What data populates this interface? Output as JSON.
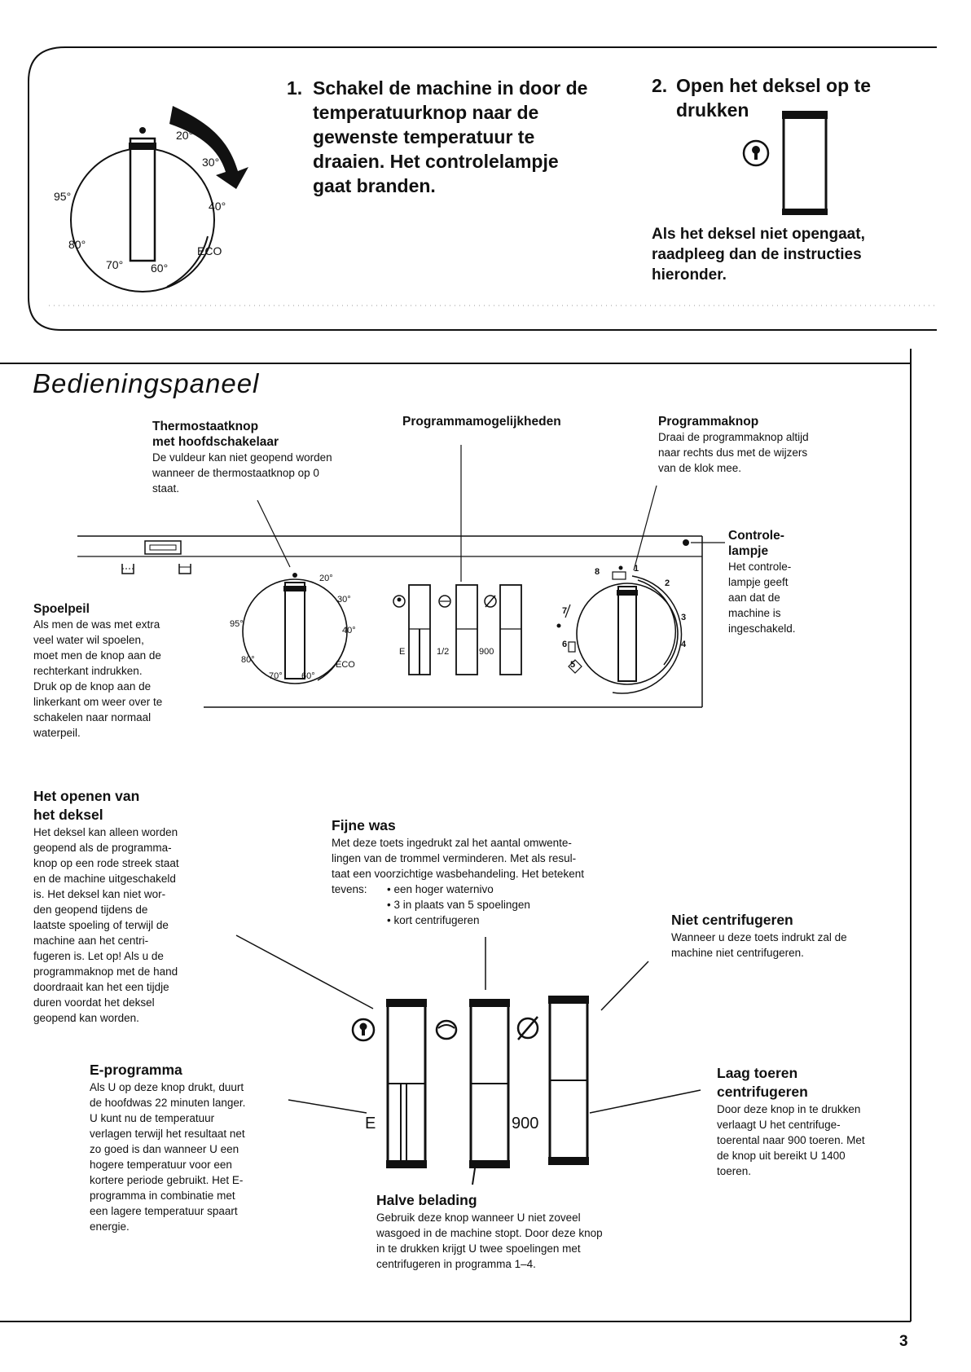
{
  "step1": {
    "number": "1.",
    "lines": [
      "Schakel de machine in door de",
      "temperatuurknop naar de",
      "gewenste temperatuur te",
      "draaien. Het controlelampje",
      "gaat branden."
    ]
  },
  "step2": {
    "number": "2.",
    "lines": [
      "Open het deksel op te",
      "drukken"
    ],
    "note_lines": [
      "Als het deksel niet opengaat,",
      "raadpleeg dan de instructies",
      "hieronder."
    ]
  },
  "dial_labels": {
    "t20": "20°",
    "t30": "30°",
    "t40": "40°",
    "t95": "95°",
    "t80": "80°",
    "t70": "70°",
    "t60": "60°",
    "eco": "ECO"
  },
  "section_title": "Bedieningspaneel",
  "thermostat": {
    "title_lines": [
      "Thermostaatknop",
      "met hoofdschakelaar"
    ],
    "text_lines": [
      "De vuldeur kan niet geopend worden",
      "wanneer de thermostaatknop op 0",
      "staat."
    ]
  },
  "options_title": "Programmamogelijkheden",
  "program_knob": {
    "title": "Programmaknop",
    "text_lines": [
      "Draai de programmaknop altijd",
      "naar rechts dus met de wijzers",
      "van de klok mee."
    ]
  },
  "indicator_lamp": {
    "title_lines": [
      "Controle-",
      "lampje"
    ],
    "text_lines": [
      "Het controle-",
      "lampje geeft",
      "aan dat de",
      "machine is",
      "ingeschakeld."
    ]
  },
  "rinse_level": {
    "title": "Spoelpeil",
    "text_lines": [
      "Als men de was met extra",
      "veel water wil spoelen,",
      "moet men de knop aan de",
      "rechterkant indrukken.",
      "Druk op de knop aan de",
      "linkerkant om weer over te",
      "schakelen naar normaal",
      "waterpeil."
    ]
  },
  "panel_labels": {
    "e": "E",
    "half": "1/2",
    "n900": "900",
    "p1": "1",
    "p2": "2",
    "p3": "3",
    "p4": "4",
    "p5": "5",
    "p6": "6",
    "p7": "7",
    "p8": "8"
  },
  "open_lid": {
    "title_lines": [
      "Het openen van",
      "het deksel"
    ],
    "text_lines": [
      "Het deksel kan alleen worden",
      "geopend als de programma-",
      "knop op een rode streek staat",
      "en de machine uitgeschakeld",
      "is. Het deksel kan niet wor-",
      "den geopend tijdens de",
      "laatste spoeling of terwijl de",
      "machine aan het centri-",
      "fugeren is. Let op! Als u de",
      "programmaknop met de hand",
      "doordraait kan het een tijdje",
      "duren voordat het deksel",
      "geopend kan worden."
    ]
  },
  "fine_wash": {
    "title": "Fijne was",
    "text_lines": [
      "Met deze toets ingedrukt zal het aantal omwente-",
      "lingen van de trommel verminderen. Met als resul-",
      "taat een voorzichtige wasbehandeling. Het betekent"
    ],
    "lead": "tevens:",
    "bullets": [
      "een hoger waternivo",
      "3 in plaats van 5 spoelingen",
      "kort centrifugeren"
    ]
  },
  "no_spin": {
    "title": "Niet centrifugeren",
    "text_lines": [
      "Wanneer u deze toets indrukt zal de",
      "machine niet centrifugeren."
    ]
  },
  "e_program": {
    "title": "E-programma",
    "text_lines": [
      "Als U op deze knop drukt, duurt",
      "de hoofdwas 22 minuten langer.",
      "U kunt nu de temperatuur",
      "verlagen terwijl het resultaat net",
      "zo goed is dan wanneer U een",
      "hogere temperatuur voor een",
      "kortere periode gebruikt. Het E-",
      "programma in combinatie met",
      "een lagere temperatuur spaart",
      "energie."
    ]
  },
  "low_spin": {
    "title_lines": [
      "Laag toeren",
      "centrifugeren"
    ],
    "text_lines": [
      "Door deze knop in te drukken",
      "verlaagt U het centrifuge-",
      "toerental naar 900 toeren. Met",
      "de knop uit bereikt U 1400",
      "toeren."
    ]
  },
  "half_load": {
    "title": "Halve belading",
    "text_lines": [
      "Gebruik deze knop wanneer U niet zoveel",
      "wasgoed in de machine stopt. Door deze knop",
      "in te drukken krijgt U twee spoelingen met",
      "centrifugeren in programma 1–4."
    ]
  },
  "big_buttons": {
    "e": "E",
    "n900": "900"
  },
  "page_number": "3"
}
